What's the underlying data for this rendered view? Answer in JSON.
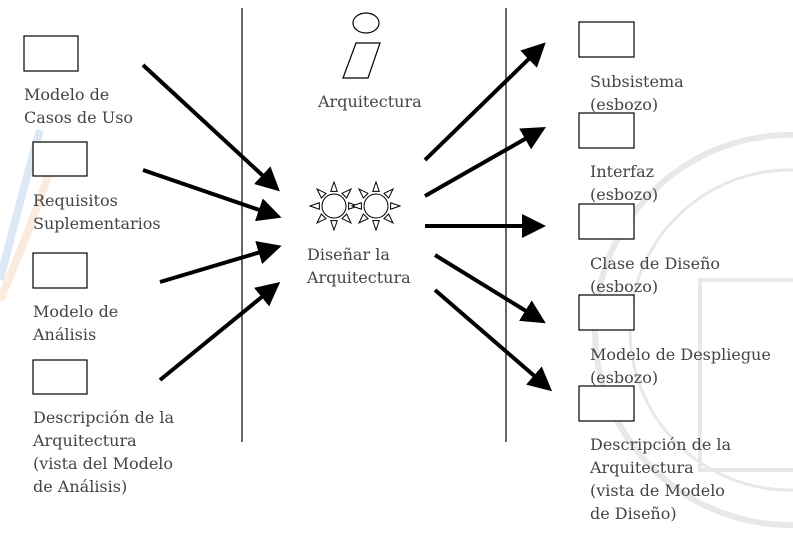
{
  "inputs": [
    {
      "lines": [
        "Modelo de",
        "Casos de Uso"
      ]
    },
    {
      "lines": [
        "Requisitos",
        "Suplementarios"
      ]
    },
    {
      "lines": [
        "Modelo de",
        "Análisis"
      ]
    },
    {
      "lines": [
        "Descripción de la",
        "Arquitectura",
        "(vista del Modelo",
        "de Análisis)"
      ]
    }
  ],
  "worker": {
    "label": "Arquitectura",
    "icon": "worker-icon"
  },
  "activity": {
    "lines": [
      "Diseñar la",
      "Arquitectura"
    ],
    "icon": "activity-gears-icon"
  },
  "outputs": [
    {
      "lines": [
        "Subsistema",
        "(esbozo)"
      ]
    },
    {
      "lines": [
        "Interfaz",
        "(esbozo)"
      ]
    },
    {
      "lines": [
        "Clase de Diseño",
        "(esbozo)"
      ]
    },
    {
      "lines": [
        "Modelo de Despliegue",
        "(esbozo)"
      ]
    },
    {
      "lines": [
        "Descripción de la",
        "Arquitectura",
        "(vista de Modelo",
        "de Diseño)"
      ]
    }
  ],
  "colors": {
    "text": "#444444",
    "lines": "#000000",
    "watermark": "#e6e6e6"
  }
}
